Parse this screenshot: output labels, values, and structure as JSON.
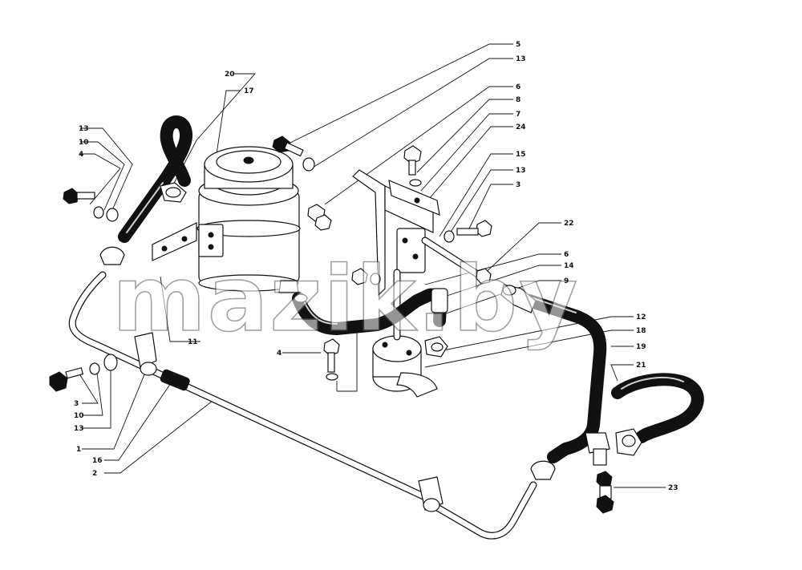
{
  "watermark": "mazik.by",
  "callouts": [
    {
      "id": "c-5",
      "text": "5"
    },
    {
      "id": "c-13a",
      "text": "13"
    },
    {
      "id": "c-6a",
      "text": "6"
    },
    {
      "id": "c-8",
      "text": "8"
    },
    {
      "id": "c-7",
      "text": "7"
    },
    {
      "id": "c-24",
      "text": "24"
    },
    {
      "id": "c-15",
      "text": "15"
    },
    {
      "id": "c-13b",
      "text": "13"
    },
    {
      "id": "c-3a",
      "text": "3"
    },
    {
      "id": "c-22",
      "text": "22"
    },
    {
      "id": "c-6b",
      "text": "6"
    },
    {
      "id": "c-14",
      "text": "14"
    },
    {
      "id": "c-9",
      "text": "9"
    },
    {
      "id": "c-12",
      "text": "12"
    },
    {
      "id": "c-18",
      "text": "18"
    },
    {
      "id": "c-19",
      "text": "19"
    },
    {
      "id": "c-21",
      "text": "21"
    },
    {
      "id": "c-23",
      "text": "23"
    },
    {
      "id": "c-20",
      "text": "20"
    },
    {
      "id": "c-17",
      "text": "17"
    },
    {
      "id": "c-13c",
      "text": "13"
    },
    {
      "id": "c-10a",
      "text": "10"
    },
    {
      "id": "c-4a",
      "text": "4"
    },
    {
      "id": "c-11",
      "text": "11"
    },
    {
      "id": "c-4b",
      "text": "4"
    },
    {
      "id": "c-3b",
      "text": "3"
    },
    {
      "id": "c-10b",
      "text": "10"
    },
    {
      "id": "c-13d",
      "text": "13"
    },
    {
      "id": "c-1",
      "text": "1"
    },
    {
      "id": "c-16",
      "text": "16"
    },
    {
      "id": "c-2",
      "text": "2"
    }
  ]
}
